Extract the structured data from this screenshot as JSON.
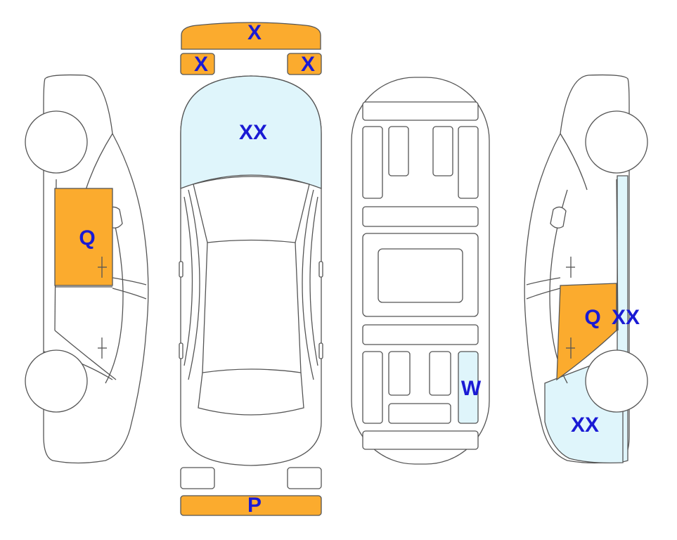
{
  "colors": {
    "damage_orange": "#FBAB2E",
    "damage_blue": "#DFF5FB",
    "label_text": "#1A1AD4",
    "outline": "#555555"
  },
  "labels": {
    "front_bumper": "X",
    "front_left_light": "X",
    "front_right_light": "X",
    "hood": "XX",
    "left_front_door": "Q",
    "right_rear_door": "Q",
    "right_rear_quarter": "XX",
    "right_side_panel": "XX",
    "interior_rear_right_seat": "W",
    "rear_bumper": "P"
  }
}
